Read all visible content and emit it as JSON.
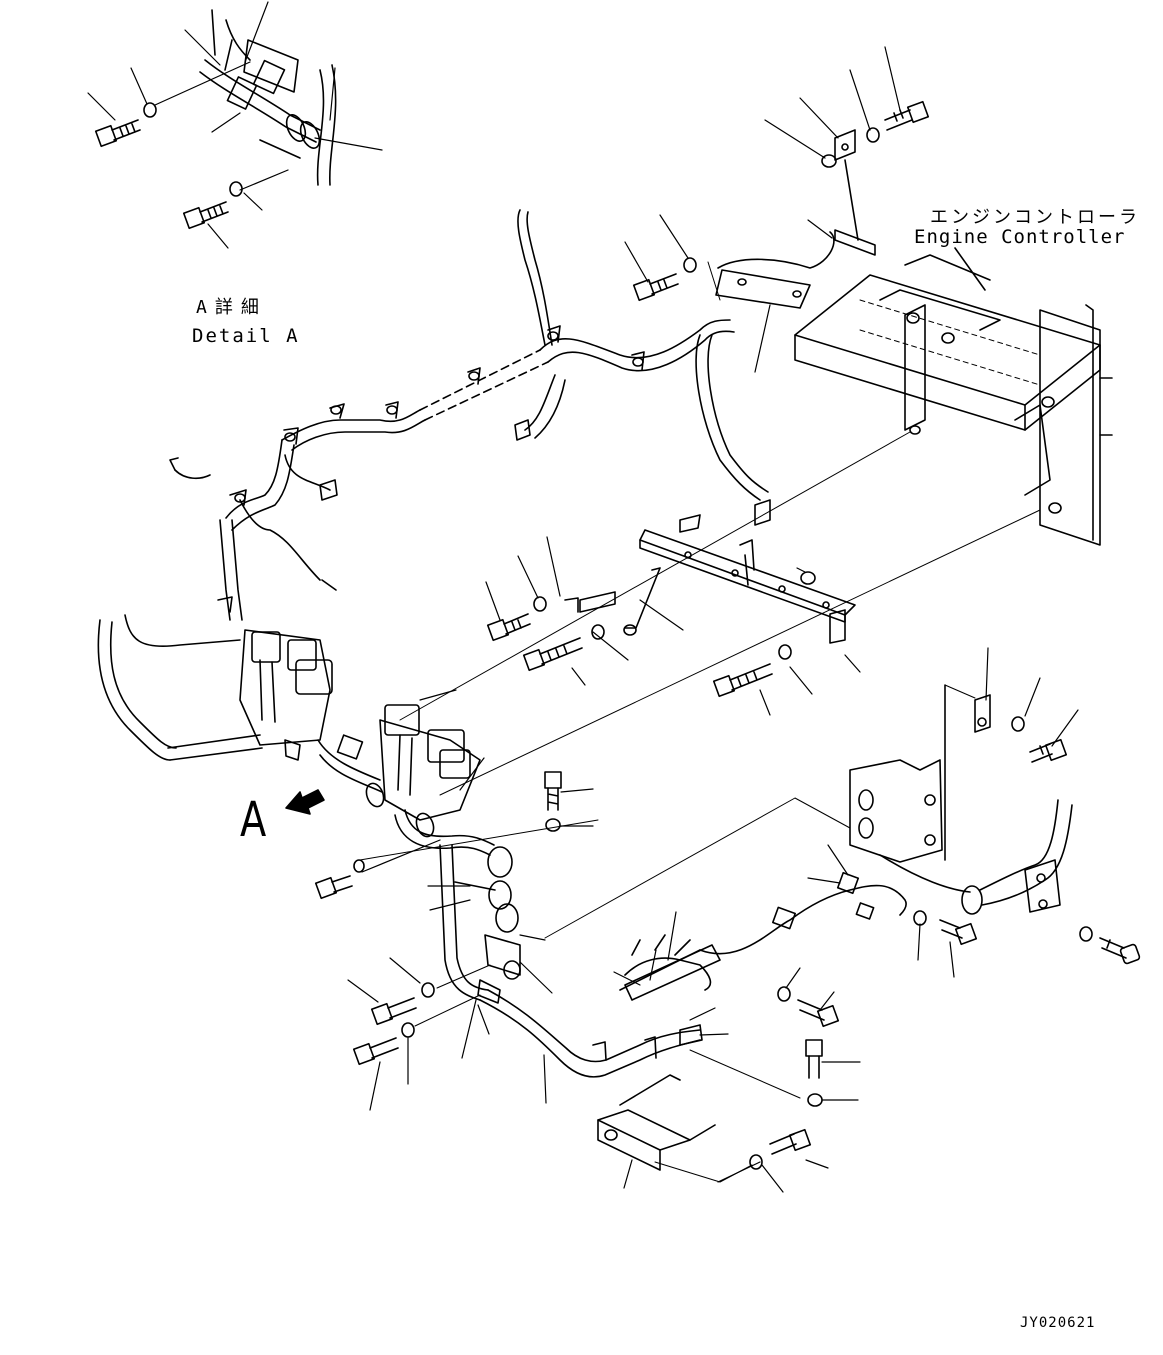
{
  "labels": {
    "detail_jp": "A詳細",
    "detail_en": "Detail A",
    "engine_controller_jp": "エンジンコントローラ",
    "engine_controller_en": "Engine Controller",
    "view_arrow": "A",
    "drawing_number": "JY020621"
  },
  "colors": {
    "line": "#000000",
    "background": "#ffffff"
  }
}
